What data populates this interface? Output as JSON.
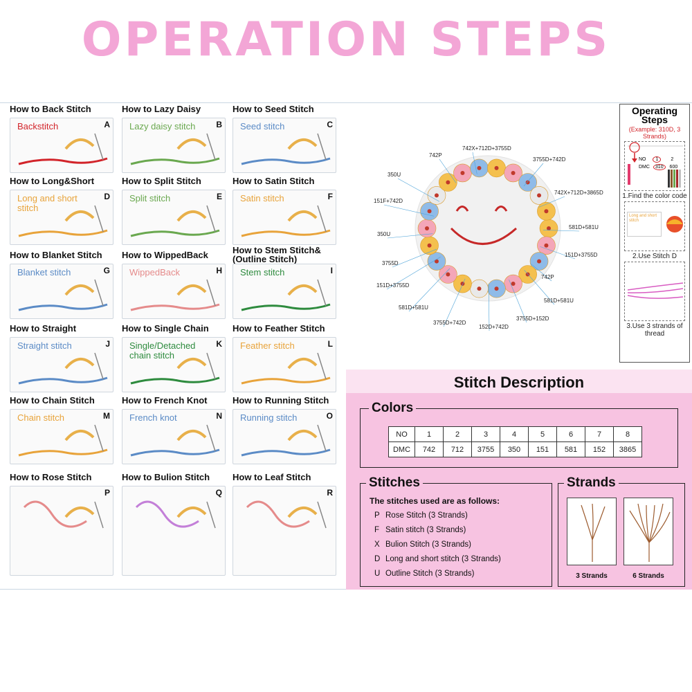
{
  "header": {
    "title": "OPERATION STEPS"
  },
  "stitches": [
    {
      "title": "How to Back Stitch",
      "label": "Backstitch",
      "letter": "A",
      "color": "#d2242a"
    },
    {
      "title": "How to Lazy Daisy",
      "label": "Lazy daisy stitch",
      "letter": "B",
      "color": "#6aa84f"
    },
    {
      "title": "How to Seed Stitch",
      "label": "Seed stitch",
      "letter": "C",
      "color": "#5b8bc6"
    },
    {
      "title": "How to Long&Short",
      "label": "Long and short stitch",
      "letter": "D",
      "color": "#e8a33a"
    },
    {
      "title": "How to Split Stitch",
      "label": "Split stitch",
      "letter": "E",
      "color": "#6aa84f"
    },
    {
      "title": "How to Satin Stitch",
      "label": "Satin stitch",
      "letter": "F",
      "color": "#e8a33a"
    },
    {
      "title": "How to Blanket Stitch",
      "label": "Blanket stitch",
      "letter": "G",
      "color": "#5b8bc6"
    },
    {
      "title": "How to WippedBack",
      "label": "WippedBack",
      "letter": "H",
      "color": "#e58b8b"
    },
    {
      "title": "How to Stem Stitch& (Outline Stitch)",
      "label": "Stem stitch",
      "letter": "I",
      "color": "#2e8b3e"
    },
    {
      "title": "How to Straight",
      "label": "Straight stitch",
      "letter": "J",
      "color": "#5b8bc6"
    },
    {
      "title": "How to Single Chain",
      "label": "Single/Detached chain stitch",
      "letter": "K",
      "color": "#2e8b3e"
    },
    {
      "title": "How to Feather Stitch",
      "label": "Feather stitch",
      "letter": "L",
      "color": "#e8a33a"
    },
    {
      "title": "How to Chain Stitch",
      "label": "Chain stitch",
      "letter": "M",
      "color": "#e8a33a"
    },
    {
      "title": "How to French Knot",
      "label": "French knot",
      "letter": "N",
      "color": "#5b8bc6"
    },
    {
      "title": "How to Running Stitch",
      "label": "Running stitch",
      "letter": "O",
      "color": "#5b8bc6"
    },
    {
      "title": "How to Rose Stitch",
      "label": "",
      "letter": "P",
      "color": "#e58b8b"
    },
    {
      "title": "How to Bulion Stitch",
      "label": "",
      "letter": "Q",
      "color": "#c37fd8"
    },
    {
      "title": "How to Leaf Stitch",
      "label": "",
      "letter": "R",
      "color": "#e58b8b"
    }
  ],
  "wreath_labels": [
    "742P",
    "742X+712D+3755D",
    "3755D+742D",
    "350U",
    "742X+712D+3865D",
    "151F+742D",
    "581D+581U",
    "350U",
    "151D+3755D",
    "3755D",
    "742P",
    "151D+3755D",
    "581D+581U",
    "581D+581U",
    "3755D+742D",
    "152D+742D",
    "3755D+152D"
  ],
  "operating_steps": {
    "title": "Operating Steps",
    "example": "(Example: 310D, 3 Strands)",
    "mini_table": {
      "no_label": "NO",
      "dmc_label": "DMC",
      "no_values": [
        "1",
        "2"
      ],
      "dmc_values": [
        "310",
        "600"
      ]
    },
    "steps": [
      "1.Find the color code",
      "2.Use Stitch D",
      "3.Use 3 strands of thread"
    ],
    "mini_card_label": "Long and short stitch"
  },
  "description": {
    "title": "Stitch Description",
    "colors": {
      "title": "Colors",
      "no_label": "NO",
      "dmc_label": "DMC",
      "numbers": [
        "1",
        "2",
        "3",
        "4",
        "5",
        "6",
        "7",
        "8"
      ],
      "dmc": [
        "742",
        "712",
        "3755",
        "350",
        "151",
        "581",
        "152",
        "3865"
      ]
    },
    "stitches": {
      "title": "Stitches",
      "lead": "The stitches used are as follows:",
      "items": [
        {
          "code": "P",
          "text": "Rose Stitch  (3 Strands)"
        },
        {
          "code": "F",
          "text": "Satin stitch  (3 Strands)"
        },
        {
          "code": "X",
          "text": "Bulion Stitch  (3 Strands)"
        },
        {
          "code": "D",
          "text": "Long and short stitch  (3 Strands)"
        },
        {
          "code": "U",
          "text": "Outline Stitch  (3 Strands)"
        }
      ]
    },
    "strands": {
      "title": "Strands",
      "items": [
        "3 Strands",
        "6 Strands"
      ]
    }
  }
}
